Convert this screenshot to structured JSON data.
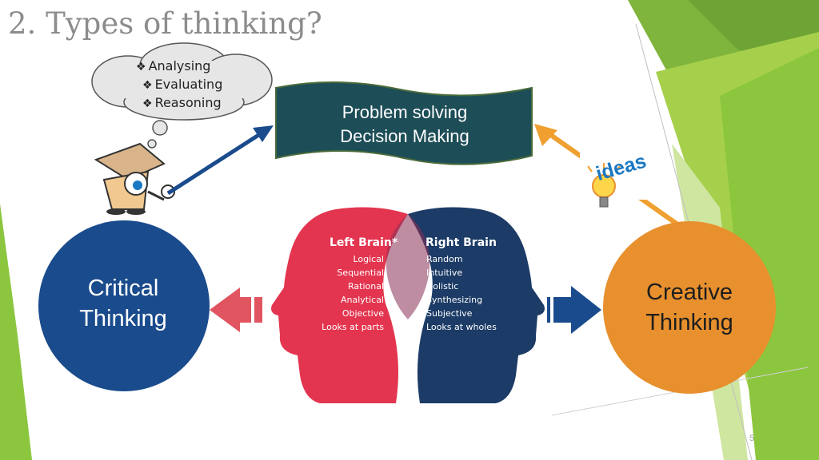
{
  "slide": {
    "title": "2. Types of thinking?",
    "page_number": "5"
  },
  "cloud": {
    "bullet": "❖",
    "items": [
      "Analysing",
      "Evaluating",
      "Reasoning"
    ]
  },
  "banner": {
    "lines": [
      "Problem solving",
      "Decision Making"
    ],
    "color": "#1d4d57"
  },
  "critical": {
    "lines": [
      "Critical",
      "Thinking"
    ],
    "color": "#1a4b8c"
  },
  "creative": {
    "lines": [
      "Creative",
      "Thinking"
    ],
    "color": "#e8902e"
  },
  "brain": {
    "left": {
      "heading": "Left Brain*",
      "items": [
        "Logical",
        "Sequential",
        "Rational",
        "Analytical",
        "Objective",
        "Looks at parts"
      ],
      "color": "#e3354f"
    },
    "right": {
      "heading": "Right Brain",
      "items": [
        "Random",
        "Intuitive",
        "Holistic",
        "Synthesizing",
        "Subjective",
        "Looks at wholes"
      ],
      "color": "#1c3b66"
    }
  },
  "ideas_badge": {
    "text": "ideas",
    "color": "#1a78c2"
  },
  "colors": {
    "title": "#8c8c8c",
    "accent_green": "#8cc63f",
    "arrow_blue": "#1a4b8c",
    "arrow_orange": "#f0a030",
    "arrow_red": "#e05560"
  }
}
